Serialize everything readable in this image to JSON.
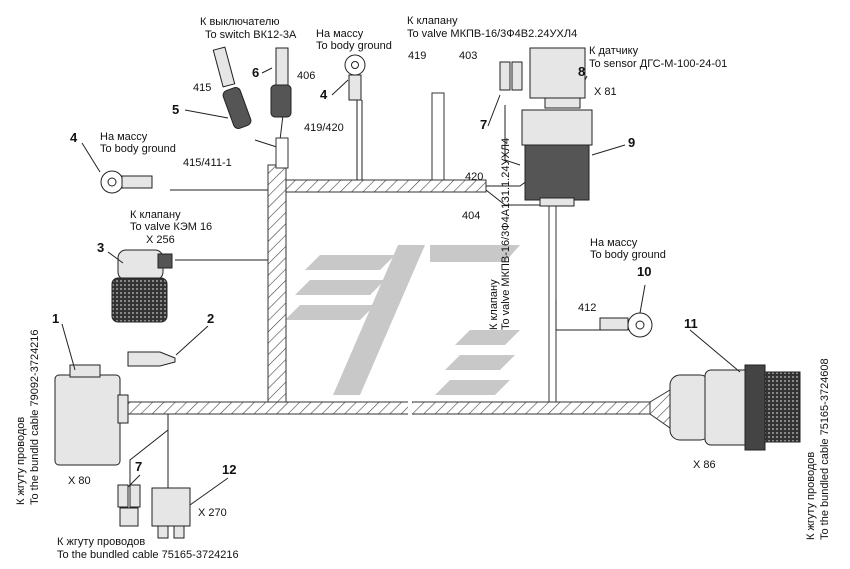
{
  "labels": {
    "switch_ru": "К выключателю",
    "switch_en": "To switch ВК12-3А",
    "ground_top_ru": "На массу",
    "ground_top_en": "To body ground",
    "valve_top_ru": "К клапану",
    "valve_top_en": "To valve МКПВ-16/3Ф4В2.24УХЛ4",
    "sensor_ru": "К датчику",
    "sensor_en": "To sensor ДГС-М-100-24-01",
    "x81": "X 81",
    "ground_left_ru": "На массу",
    "ground_left_en": "To body ground",
    "valve_kem_ru": "К клапану",
    "valve_kem_en": "To valve КЭМ 16",
    "x256": "X 256",
    "valve_vert_ru": "К клапану",
    "valve_vert_en": "To valve МКПВ-16/3Ф4А1З1.1.24УХЛ4",
    "ground_right_ru": "На массу",
    "ground_right_en": "To body ground",
    "bundle_left_ru": "К жгуту проводов",
    "bundle_left_en": "To the bundld cable 79092-3724216",
    "x80": "X 80",
    "x270": "X 270",
    "bundle_bottom_ru": "К жгуту проводов",
    "bundle_bottom_en": "To the bundled cable 75165-3724216",
    "x86": "X 86",
    "bundle_right_ru": "К жгуту проводов",
    "bundle_right_en": "To the bundled cable 75165-3724608"
  },
  "wires": {
    "w415": "415",
    "w406": "406",
    "w419": "419",
    "w403": "403",
    "w419_420": "419/420",
    "w415_411": "415/411-1",
    "w420": "420",
    "w404": "404",
    "w412": "412"
  },
  "callouts": {
    "n1": "1",
    "n2": "2",
    "n3": "3",
    "n4a": "4",
    "n4b": "4",
    "n5": "5",
    "n6": "6",
    "n7a": "7",
    "n7b": "7",
    "n8": "8",
    "n9": "9",
    "n10": "10",
    "n11": "11",
    "n12": "12"
  },
  "colors": {
    "line": "#222222",
    "watermark": "#c8c8c8"
  }
}
